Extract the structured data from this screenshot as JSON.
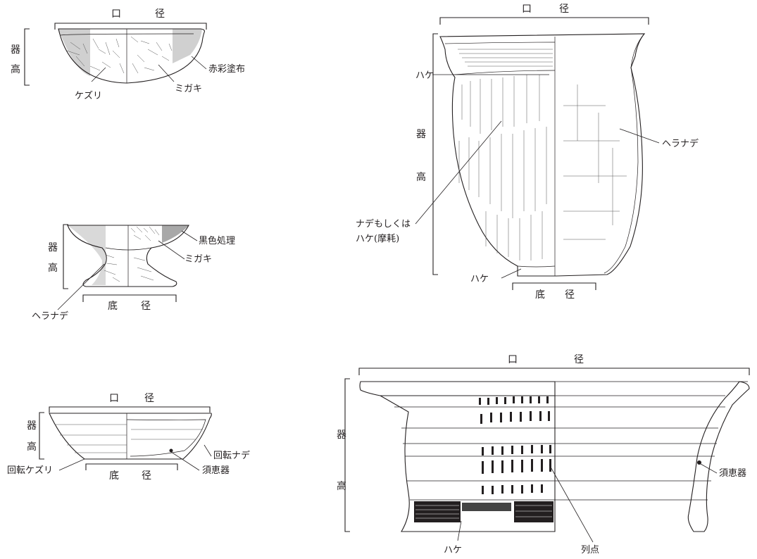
{
  "terms": {
    "mouth_diameter": [
      "口",
      "径"
    ],
    "height": [
      "器",
      "高"
    ],
    "base_diameter": [
      "底",
      "径"
    ]
  },
  "figures": {
    "bowl": {
      "labels": {
        "kezuri": "ケズリ",
        "migaki": "ミガキ",
        "red_paint": "赤彩塗布"
      }
    },
    "pedestal": {
      "labels": {
        "black": "黒色処理",
        "migaki": "ミガキ",
        "hera_nade": "ヘラナデ"
      }
    },
    "dish": {
      "labels": {
        "kaiten_kezuri": "回転ケズリ",
        "kaiten_nade": "回転ナデ",
        "sueki": "須恵器"
      }
    },
    "jar": {
      "labels": {
        "hake_top": "ハケ",
        "hera_nade": "ヘラナデ",
        "nade_or_hake_1": "ナデもしくは",
        "nade_or_hake_2": "ハケ(摩耗)",
        "hake_bottom": "ハケ"
      }
    },
    "large_jar": {
      "labels": {
        "sueki": "須恵器",
        "hake": "ハケ",
        "retten": "列点"
      }
    }
  },
  "colors": {
    "ink": "#231f20",
    "gray_fill": "#d0d0d0",
    "dark_fill": "#a8a8a8"
  }
}
